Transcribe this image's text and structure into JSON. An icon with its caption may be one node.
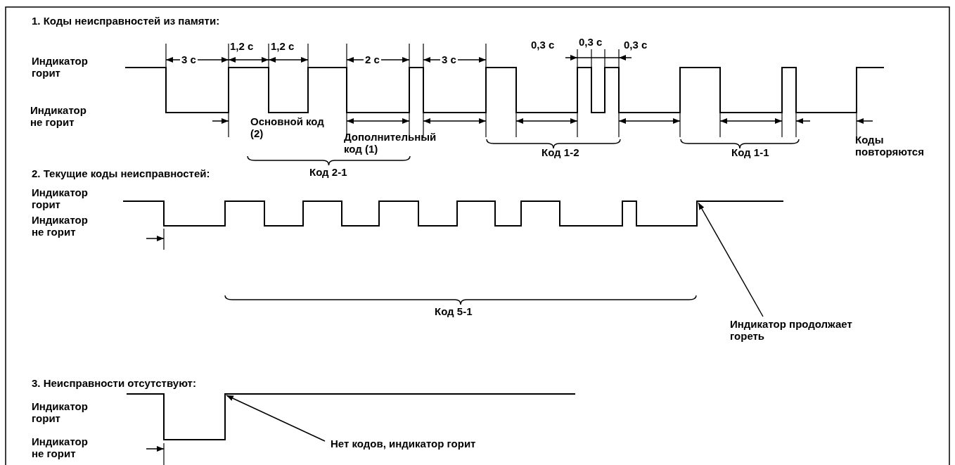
{
  "diagram": {
    "nodes": [
      {
        "text": [
          "Индикатор продолжает гореть"
        ]
      },
      {
        "text": [
          "Нет кодов, индикатор горит"
        ]
      }
    ],
    "edges": [
      {
        "from": 0,
        "to": null,
        "arrow": "to"
      },
      {
        "from": 1,
        "to": null,
        "arrow": "to"
      }
    ],
    "labels": [
      "1. Коды неисправностей из памяти:",
      "Индикатор горит",
      "3 с",
      "1,2 с",
      "1,2 с",
      "2 с",
      "3 с",
      "0,3 с",
      "0,3 с",
      "0,3 с",
      "Индикатор не горит",
      "Основной код (2)",
      "Дополнительный код (1)",
      "Коды повторяются",
      "Код 2-1",
      "Код 1-2",
      "Код 1-1",
      "2. Текущие коды неисправностей:",
      "Индикатор горит",
      "Индикатор не горит",
      "Код 5-1",
      "3. Неисправности отсутствуют:",
      "Индикатор горит",
      "Индикатор не горит"
    ]
  }
}
